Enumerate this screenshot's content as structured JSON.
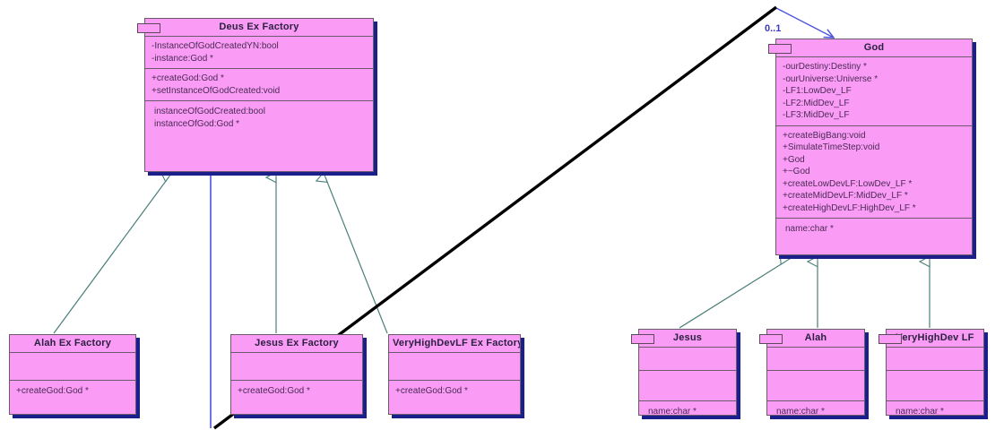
{
  "diagram": {
    "type": "uml-class-diagram",
    "background": "#ffffff",
    "class_fill": "#FA9BF5",
    "class_border": "#6b5a6b",
    "class_shadow": "#1b1f8c",
    "generalization_color": "#4a7f7a",
    "association_color": "#4a52e0",
    "overlay_line_color": "#000000",
    "multiplicity_color": "#3a3ac0"
  },
  "classes": {
    "deus_ex_factory": {
      "title": "Deus Ex Factory",
      "attributes": [
        "-InstanceOfGodCreatedYN:bool",
        "-instance:God *"
      ],
      "operations": [
        "+createGod:God *",
        "+setInstanceOfGodCreated:void"
      ],
      "extras": [
        "instanceOfGodCreated:bool",
        "instanceOfGod:God *"
      ]
    },
    "god": {
      "title": "God",
      "attributes": [
        "-ourDestiny:Destiny *",
        "-ourUniverse:Universe *",
        "-LF1:LowDev_LF",
        "-LF2:MidDev_LF",
        "-LF3:MidDev_LF"
      ],
      "operations": [
        "+createBigBang:void",
        "+SimulateTimeStep:void",
        "+God",
        "+~God",
        "+createLowDevLF:LowDev_LF *",
        "+createMidDevLF:MidDev_LF *",
        "+createHighDevLF:HighDev_LF *"
      ],
      "extras": [
        "name:char *"
      ]
    },
    "alah_ex_factory": {
      "title": "Alah Ex Factory",
      "attributes": [],
      "operations": [
        "+createGod:God *"
      ]
    },
    "jesus_ex_factory": {
      "title": "Jesus Ex Factory",
      "attributes": [],
      "operations": [
        "+createGod:God *"
      ]
    },
    "veryhighdevlf_ex_factory": {
      "title": "VeryHighDevLF Ex Factory",
      "attributes": [],
      "operations": [
        "+createGod:God *"
      ]
    },
    "jesus": {
      "title": "Jesus",
      "attributes": [],
      "operations": [],
      "extras": [
        "name:char *"
      ]
    },
    "alah": {
      "title": "Alah",
      "attributes": [],
      "operations": [],
      "extras": [
        "name:char *"
      ]
    },
    "veryhighdev_lf": {
      "title": "VeryHighDev LF",
      "attributes": [],
      "operations": [],
      "extras": [
        "name:char *"
      ]
    }
  },
  "relationships": {
    "association_multiplicity": "0..1",
    "generalizations": [
      {
        "from": "alah_ex_factory",
        "to": "deus_ex_factory"
      },
      {
        "from": "jesus_ex_factory",
        "to": "deus_ex_factory"
      },
      {
        "from": "veryhighdevlf_ex_factory",
        "to": "deus_ex_factory"
      },
      {
        "from": "jesus",
        "to": "god"
      },
      {
        "from": "alah",
        "to": "god"
      },
      {
        "from": "veryhighdev_lf",
        "to": "god"
      }
    ],
    "associations": [
      {
        "from": "deus_ex_factory",
        "to": "god",
        "multiplicity": "0..1"
      }
    ]
  }
}
